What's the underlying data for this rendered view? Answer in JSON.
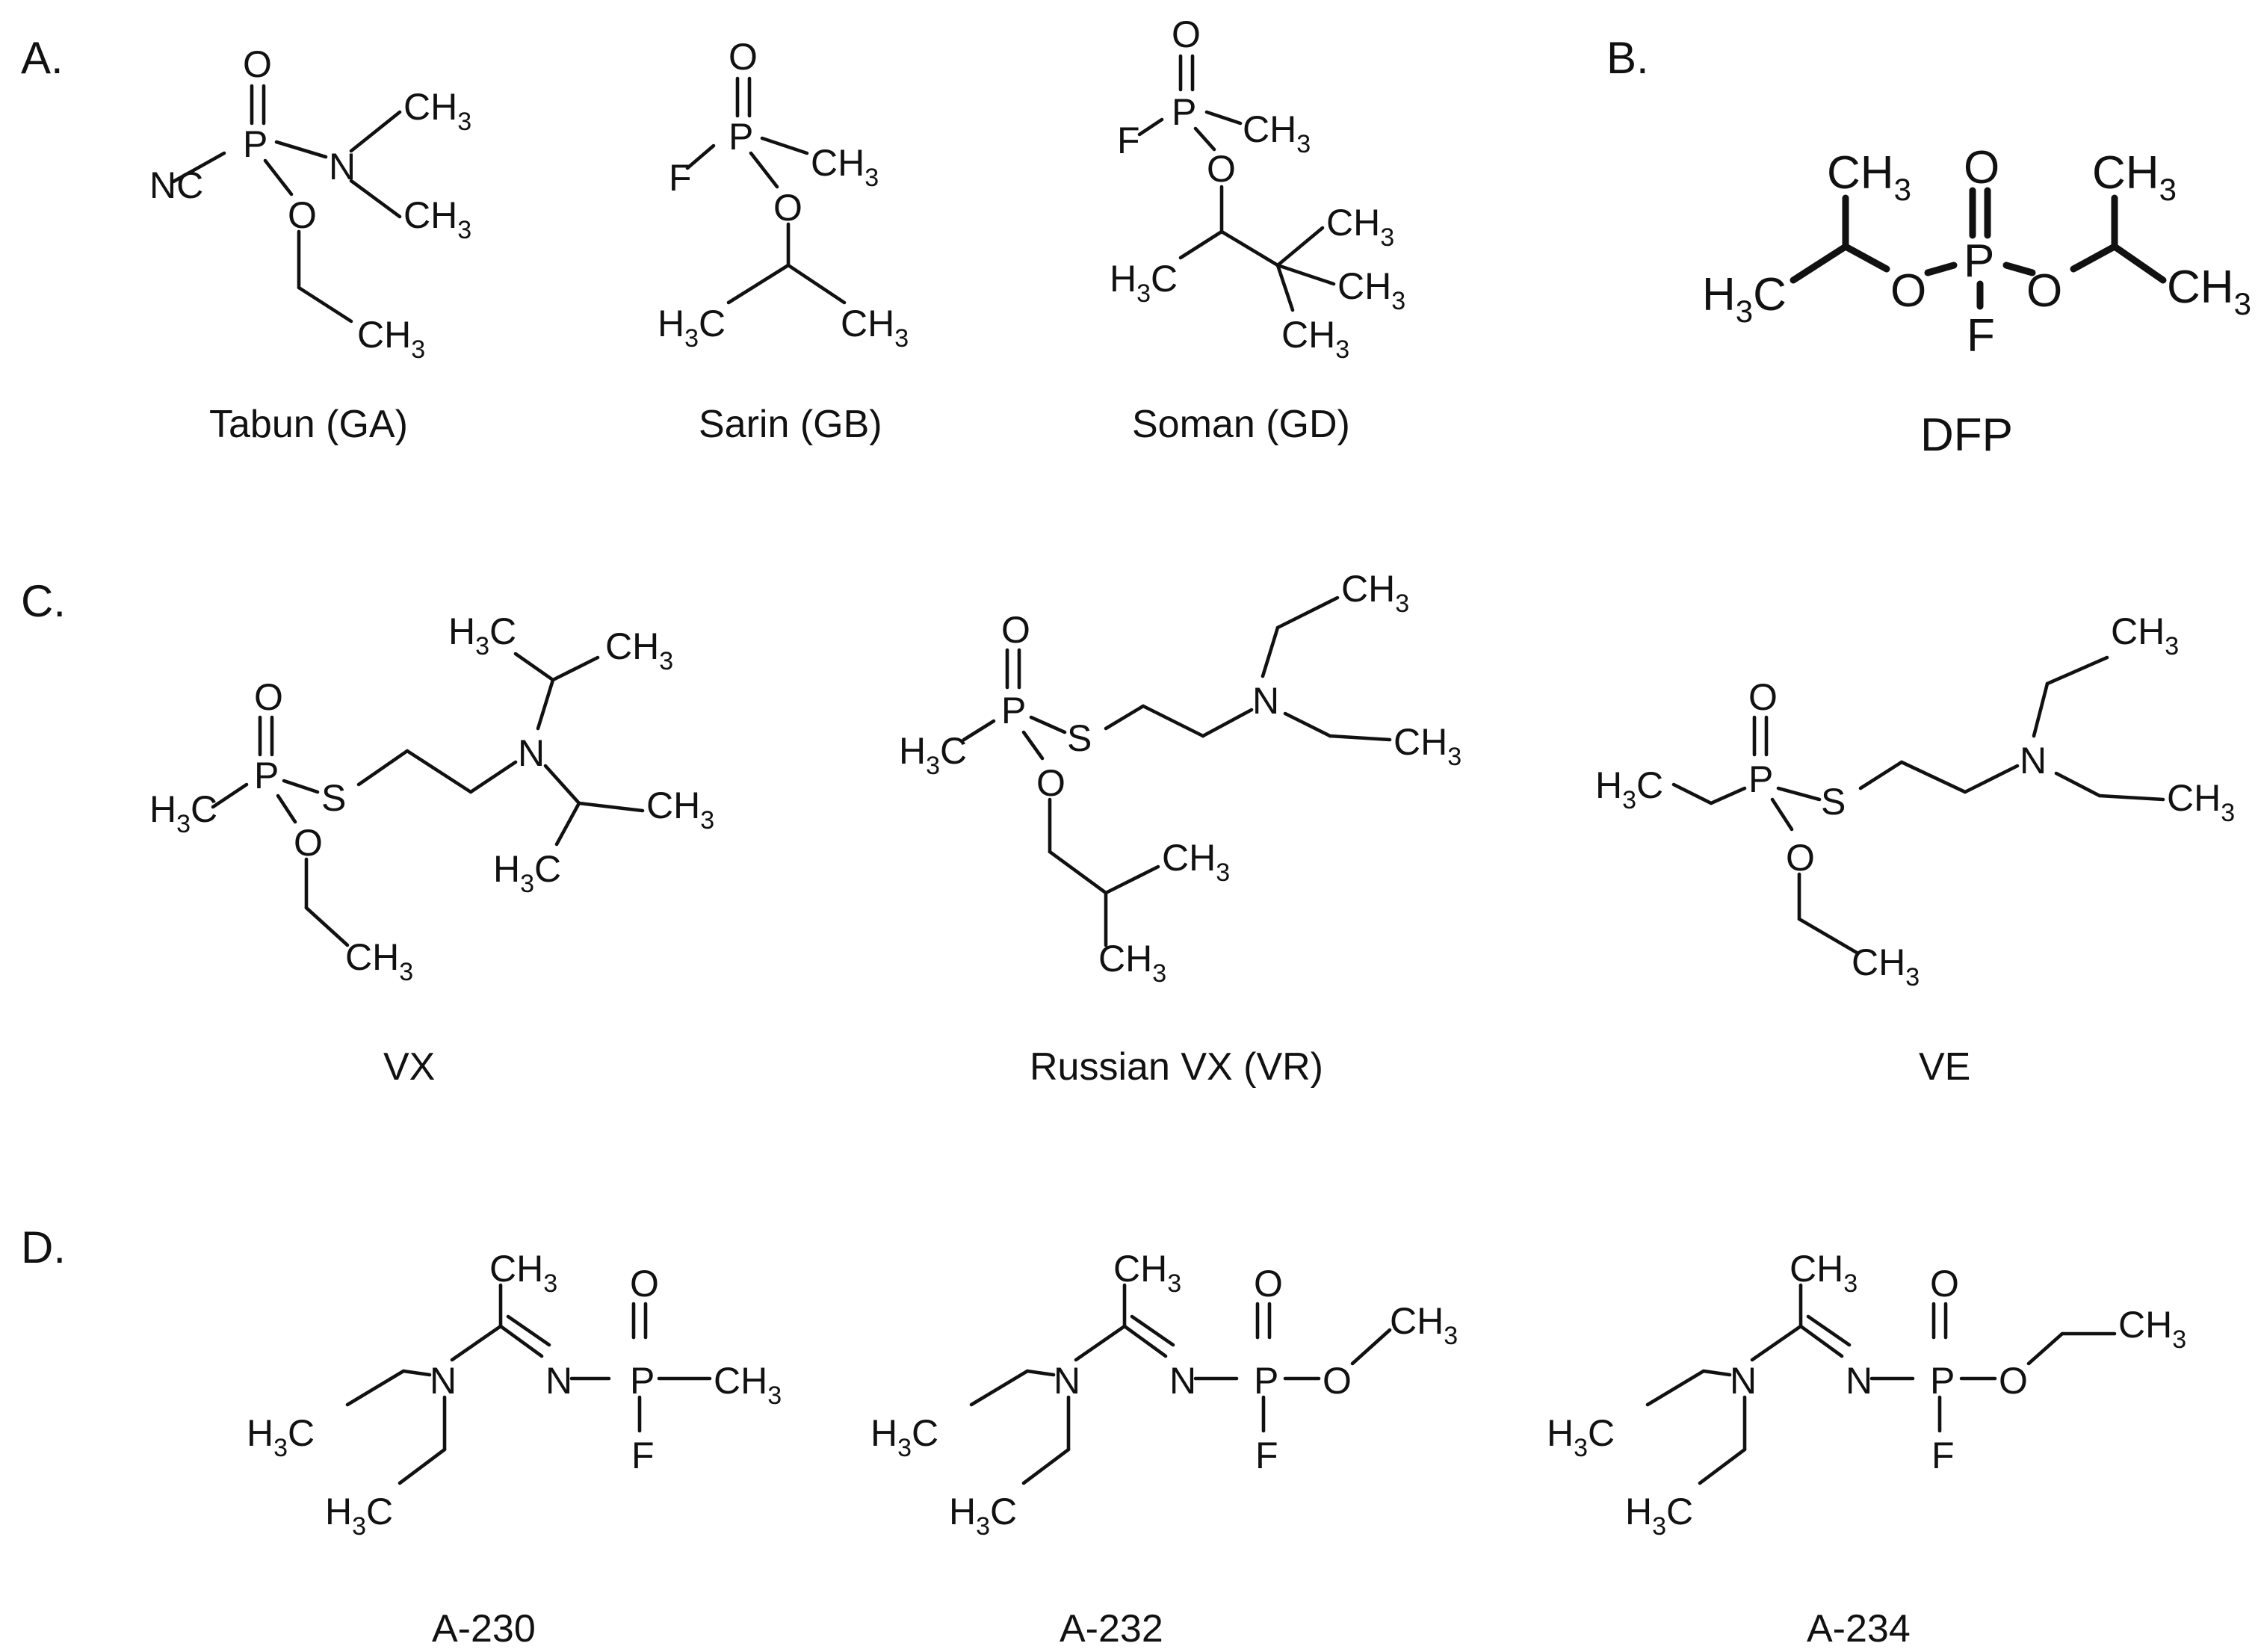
{
  "panels": [
    {
      "label": "A.",
      "compounds": [
        {
          "caption": "Tabun (GA)",
          "atoms": {
            "O": "O",
            "P": "P",
            "NC": "NC",
            "N": "N",
            "O2": "O",
            "CH3a": "CH",
            "CH3b": "CH",
            "CH3c": "CH"
          },
          "sub": "3"
        },
        {
          "caption": "Sarin (GB)",
          "atoms": {
            "O": "O",
            "P": "P",
            "F": "F",
            "O2": "O",
            "CH3": "CH",
            "H3C": "H",
            "H3C_C": "C",
            "CH3b": "CH"
          },
          "sub": "3"
        },
        {
          "caption": "Soman (GD)",
          "atoms": {
            "O": "O",
            "P": "P",
            "F": "F",
            "O2": "O",
            "CH3": "CH",
            "H3C": "H",
            "H3C_C": "C",
            "CH3a": "CH",
            "CH3b": "CH",
            "CH3c": "CH"
          },
          "sub": "3"
        }
      ]
    },
    {
      "label": "B.",
      "compounds": [
        {
          "caption": "DFP",
          "atoms": {
            "O": "O",
            "P": "P",
            "F": "F",
            "OL": "O",
            "OR": "O",
            "CH3a": "CH",
            "CH3b": "CH",
            "CH3c": "CH",
            "H3C": "H",
            "H3C_C": "C"
          },
          "sub": "3"
        }
      ]
    },
    {
      "label": "C.",
      "compounds": [
        {
          "caption": "VX",
          "atoms": {
            "O": "O",
            "P": "P",
            "S": "S",
            "N": "N",
            "O2": "O",
            "H3C": "H",
            "H3C_C": "C",
            "CH3a": "CH",
            "CH3b": "CH",
            "CH3c": "CH",
            "H3Ca": "H",
            "H3Cb": "H"
          },
          "sub": "3"
        },
        {
          "caption": "Russian VX (VR)",
          "atoms": {
            "O": "O",
            "P": "P",
            "S": "S",
            "N": "N",
            "O2": "O",
            "H3C": "H",
            "H3C_C": "C",
            "CH3a": "CH",
            "CH3b": "CH",
            "CH3c": "CH",
            "CH3d": "CH"
          },
          "sub": "3"
        },
        {
          "caption": "VE",
          "atoms": {
            "O": "O",
            "P": "P",
            "S": "S",
            "N": "N",
            "O2": "O",
            "H3C": "H",
            "H3C_C": "C",
            "CH3a": "CH",
            "CH3b": "CH",
            "CH3c": "CH"
          },
          "sub": "3"
        }
      ]
    },
    {
      "label": "D.",
      "compounds": [
        {
          "caption": "A-230",
          "atoms": {
            "O": "O",
            "P": "P",
            "F": "F",
            "N1": "N",
            "N2": "N",
            "CH3top": "CH",
            "CH3r": "CH",
            "H3Ca": "H",
            "H3Cb": "H",
            "C": "C"
          },
          "sub": "3"
        },
        {
          "caption": "A-232",
          "atoms": {
            "O": "O",
            "P": "P",
            "F": "F",
            "N1": "N",
            "N2": "N",
            "O2": "O",
            "CH3top": "CH",
            "CH3r": "CH",
            "H3Ca": "H",
            "H3Cb": "H",
            "C": "C"
          },
          "sub": "3"
        },
        {
          "caption": "A-234",
          "atoms": {
            "O": "O",
            "P": "P",
            "F": "F",
            "N1": "N",
            "N2": "N",
            "O2": "O",
            "CH3top": "CH",
            "CH3r": "CH",
            "H3Ca": "H",
            "H3Cb": "H",
            "C": "C"
          },
          "sub": "3"
        }
      ]
    }
  ]
}
